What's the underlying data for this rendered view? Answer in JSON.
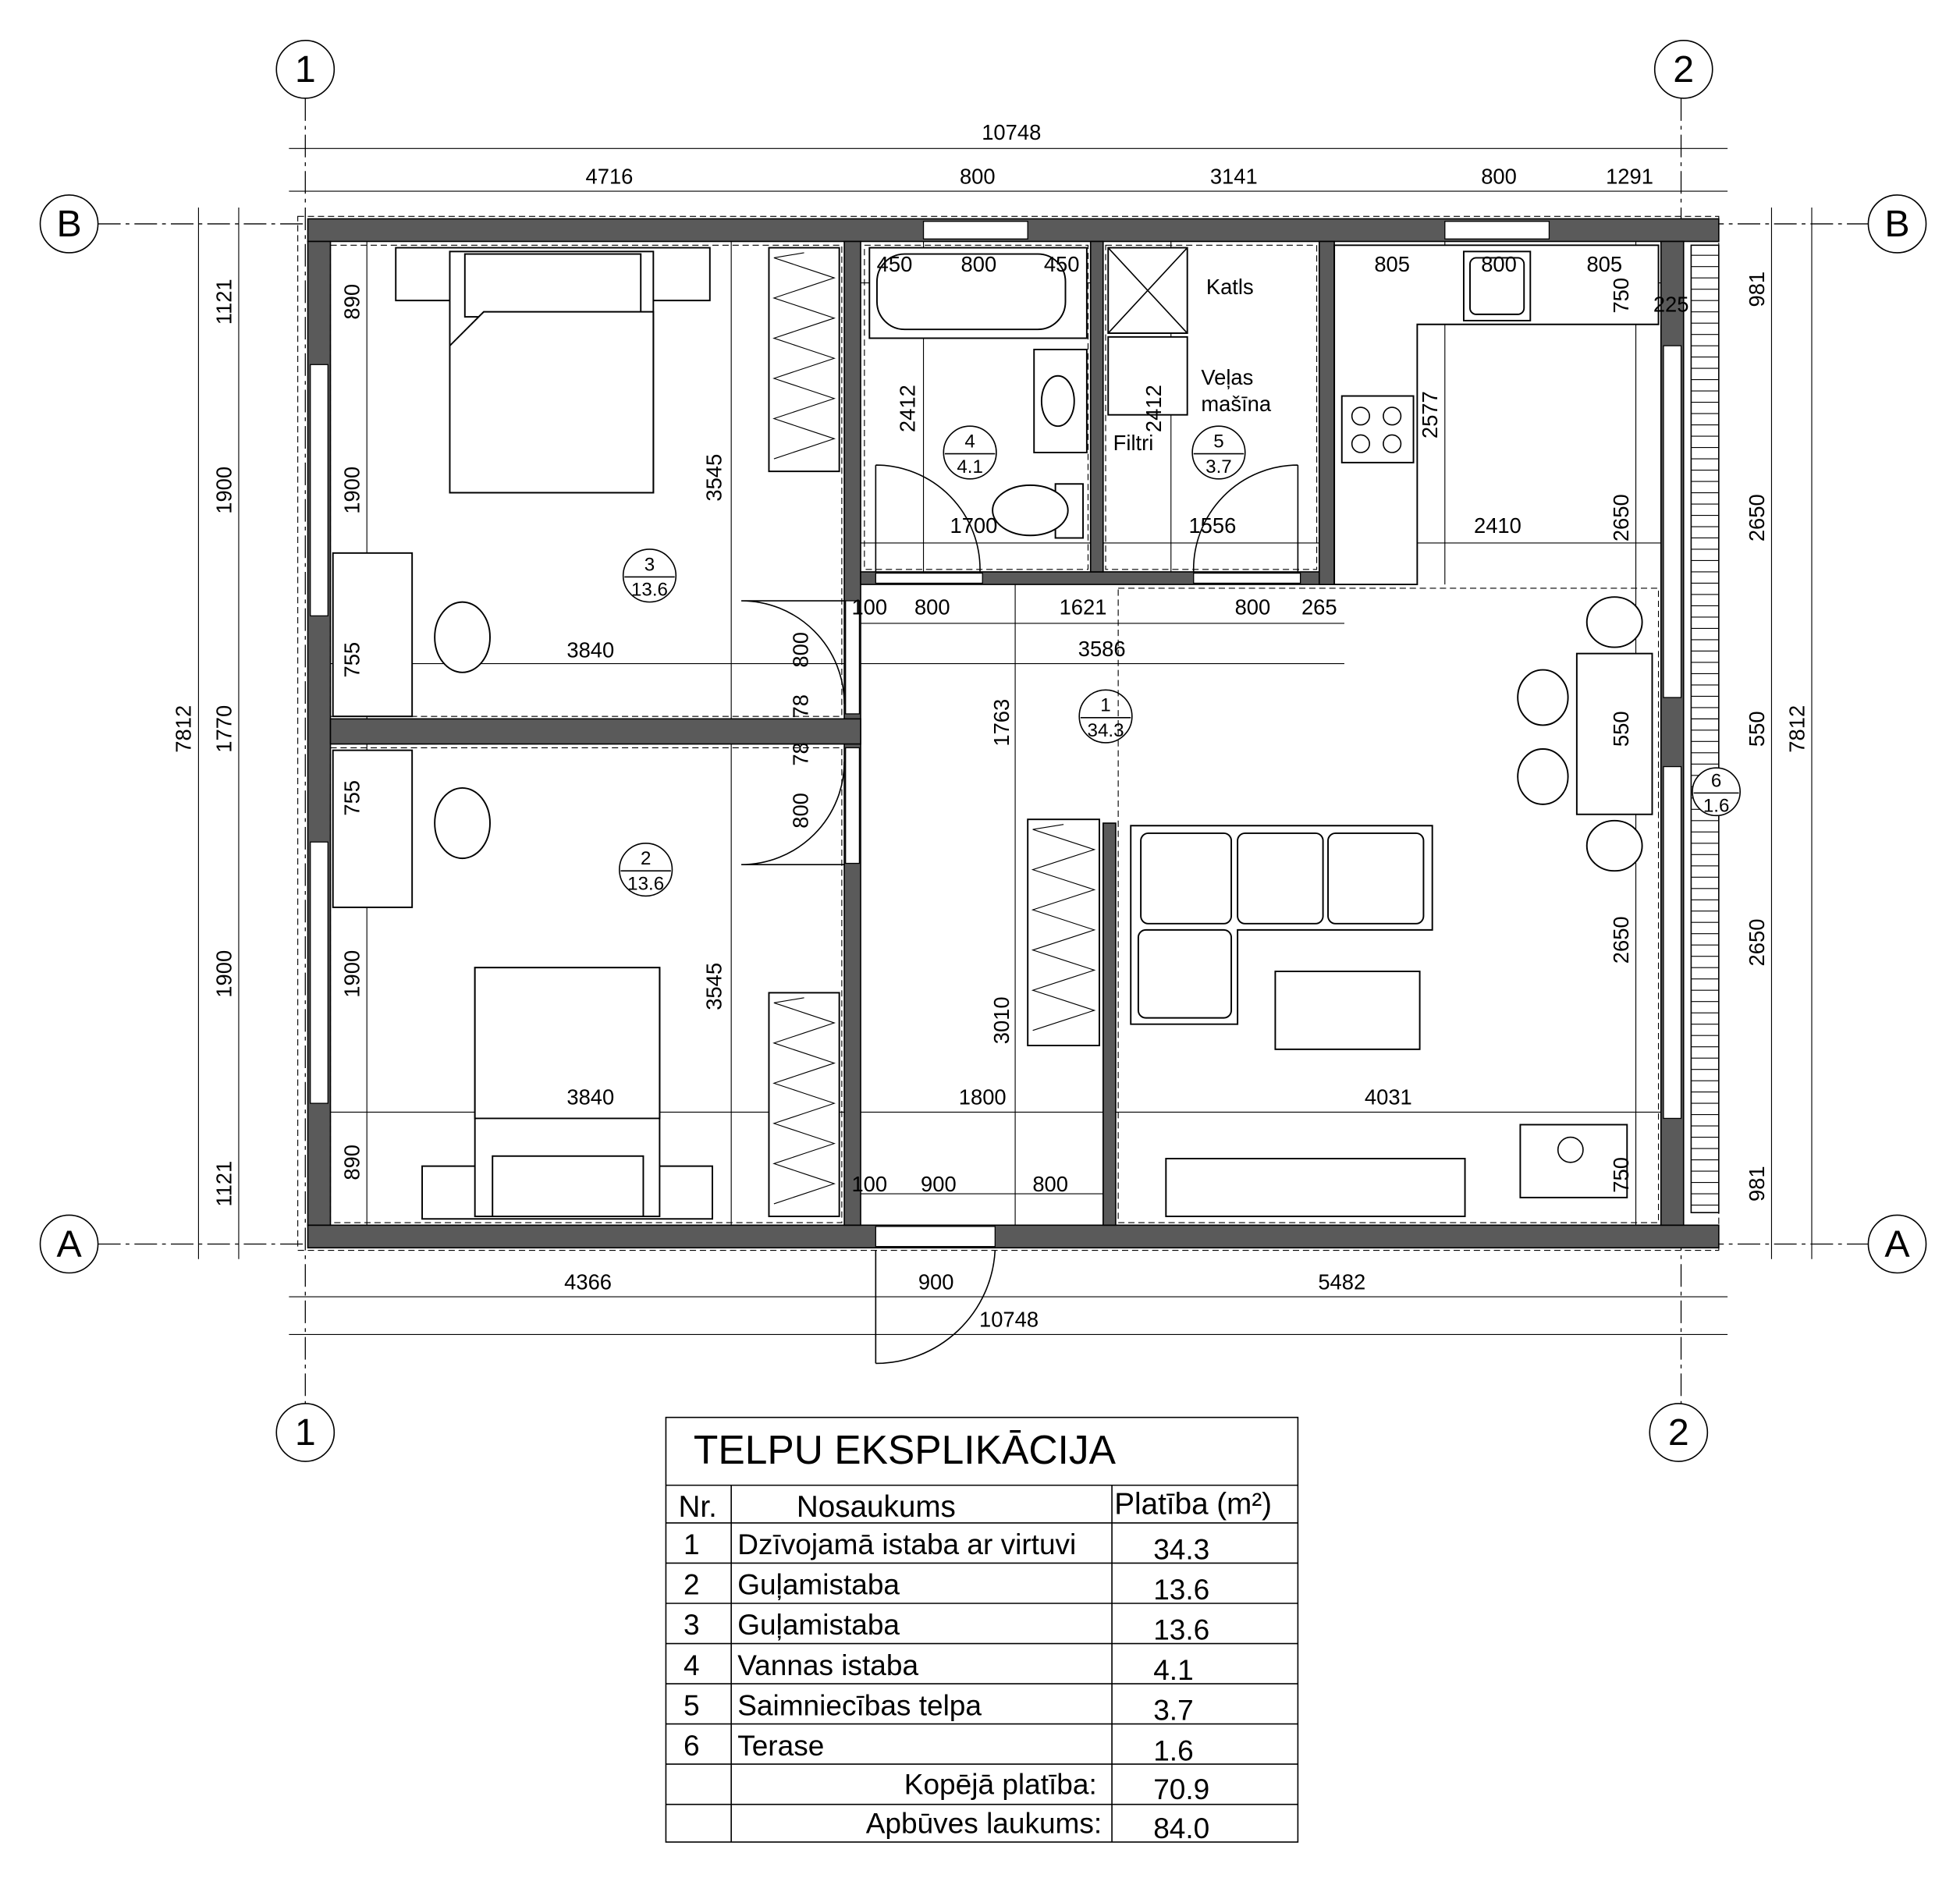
{
  "axes": {
    "col1": "1",
    "col2": "2",
    "rowA": "A",
    "rowB": "B"
  },
  "dims": {
    "top": [
      "10748",
      "4716",
      "800",
      "3141",
      "800",
      "1291"
    ],
    "bottom": [
      "4366",
      "900",
      "5482",
      "10748"
    ],
    "left": [
      "7812",
      "1121",
      "1900",
      "1770",
      "1900",
      "1121"
    ],
    "right": [
      "981",
      "2650",
      "550",
      "2650",
      "981",
      "7812"
    ],
    "room3": [
      "890",
      "1900",
      "755",
      "3545",
      "3840"
    ],
    "room2": [
      "755",
      "1900",
      "890",
      "3545",
      "3840"
    ],
    "bath": [
      "450",
      "800",
      "450",
      "2412",
      "1700"
    ],
    "utility": [
      "2412",
      "1556"
    ],
    "kitchen": [
      "805",
      "800",
      "805",
      "750",
      "225",
      "2577",
      "2410",
      "2650"
    ],
    "hall": [
      "100",
      "800",
      "1621",
      "800",
      "265",
      "3586",
      "800",
      "78",
      "78",
      "800",
      "1763",
      "3010",
      "1800",
      "100",
      "900",
      "800"
    ],
    "living": [
      "4031",
      "2650",
      "750",
      "550"
    ]
  },
  "labels": {
    "katls": "Katls",
    "velas": "Veļas",
    "masina": "mašīna",
    "filtri": "Filtri"
  },
  "room_tags": [
    {
      "nr": "1",
      "area": "34.3"
    },
    {
      "nr": "2",
      "area": "13.6"
    },
    {
      "nr": "3",
      "area": "13.6"
    },
    {
      "nr": "4",
      "area": "4.1"
    },
    {
      "nr": "5",
      "area": "3.7"
    },
    {
      "nr": "6",
      "area": "1.6"
    }
  ],
  "table": {
    "title": "TELPU EKSPLIKĀCIJA",
    "headers": {
      "nr": "Nr.",
      "name": "Nosaukums",
      "area": "Platība (m²)"
    },
    "rows": [
      {
        "nr": "1",
        "name": "Dzīvojamā istaba ar virtuvi",
        "area": "34.3"
      },
      {
        "nr": "2",
        "name": "Guļamistaba",
        "area": "13.6"
      },
      {
        "nr": "3",
        "name": "Guļamistaba",
        "area": "13.6"
      },
      {
        "nr": "4",
        "name": "Vannas istaba",
        "area": "4.1"
      },
      {
        "nr": "5",
        "name": "Saimniecības telpa",
        "area": "3.7"
      },
      {
        "nr": "6",
        "name": "Terase",
        "area": "1.6"
      }
    ],
    "total_label": "Kopējā platība:",
    "total_value": "70.9",
    "built_label": "Apbūves laukums:",
    "built_value": "84.0"
  }
}
